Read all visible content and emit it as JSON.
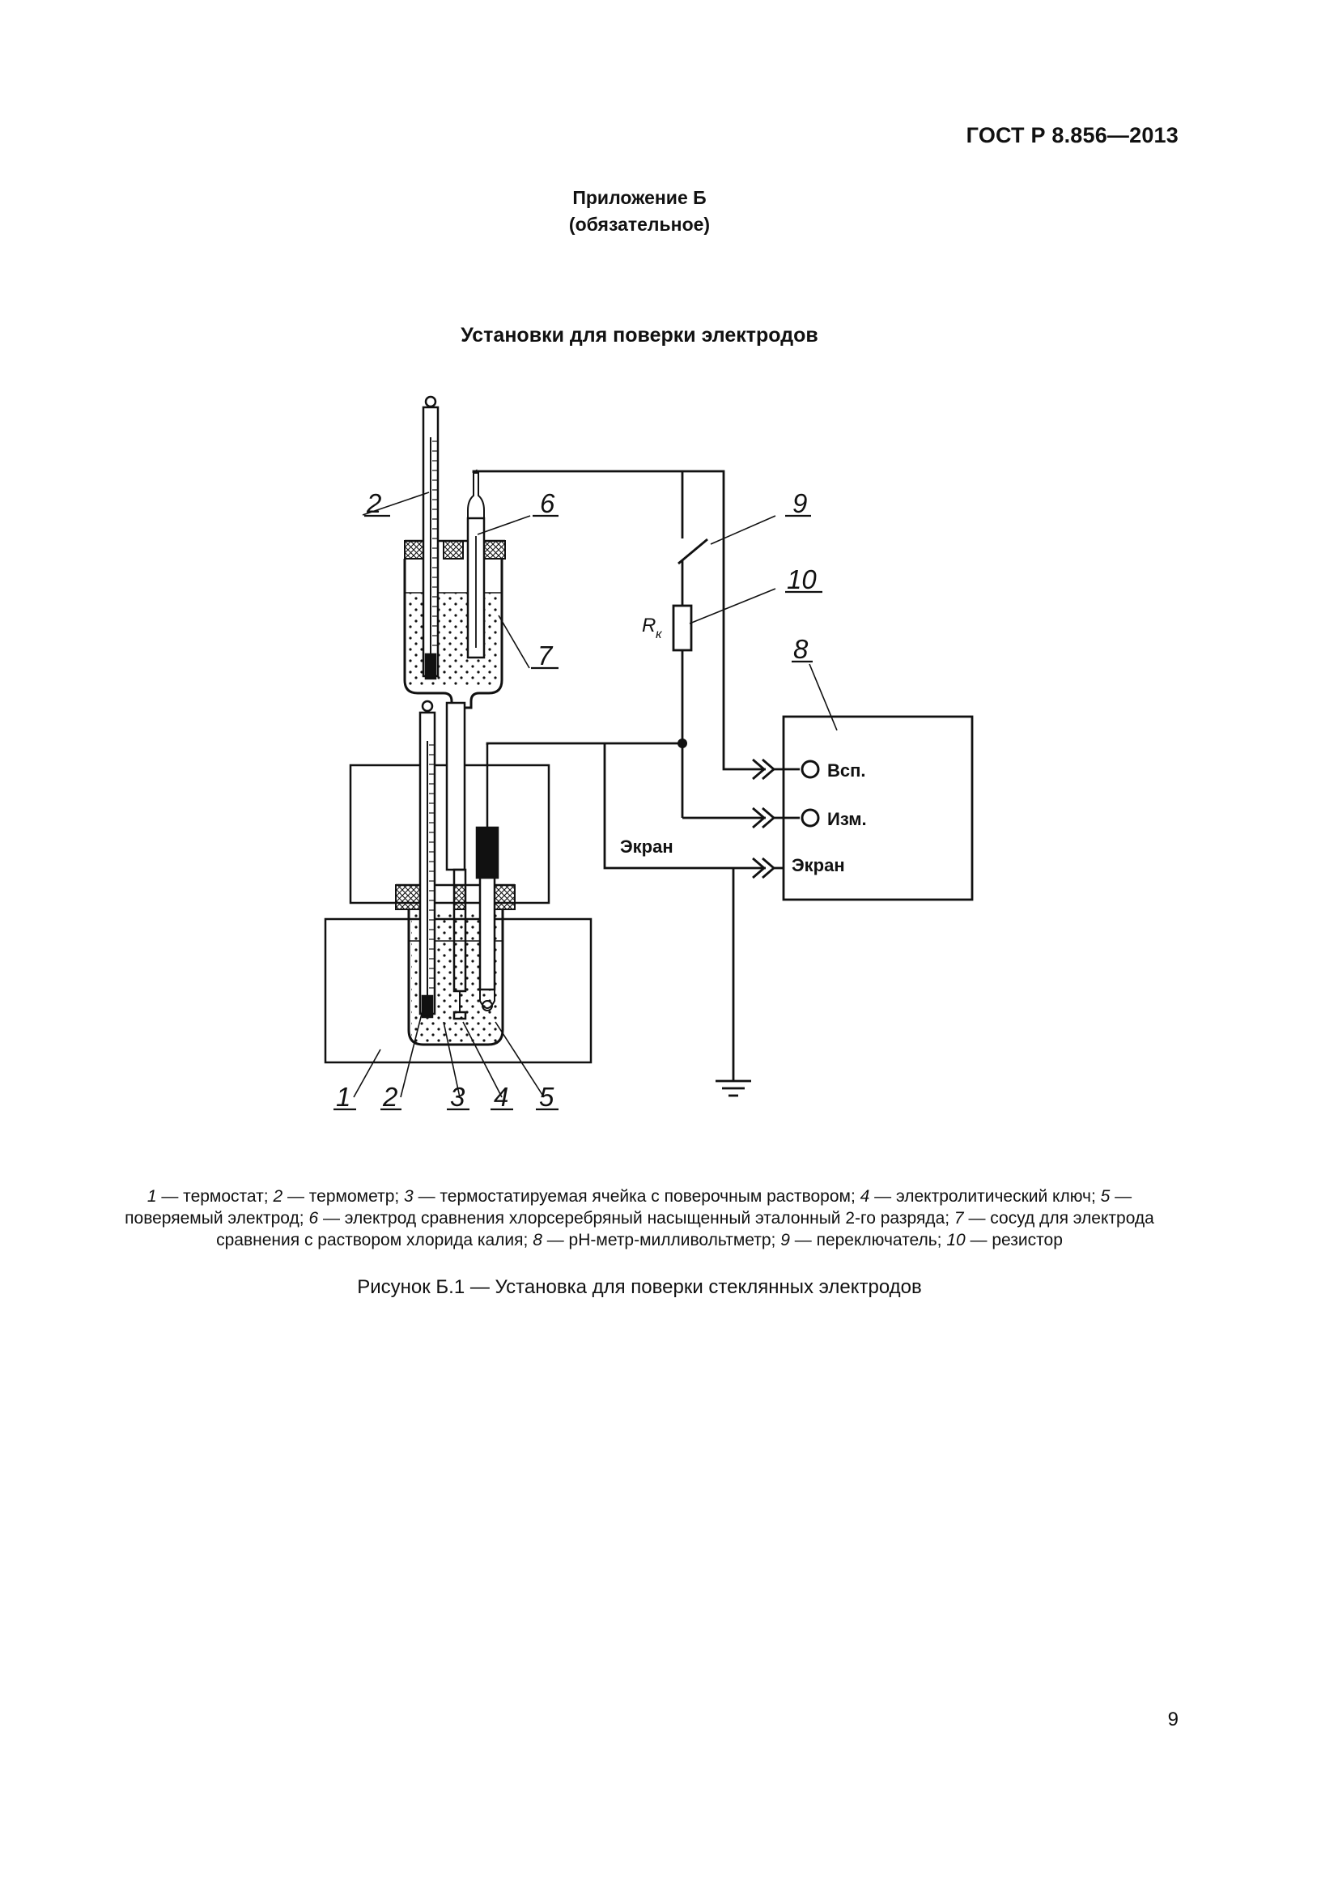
{
  "header": {
    "doc_code": "ГОСТ Р 8.856—2013"
  },
  "annex": {
    "title": "Приложение Б",
    "status": "(обязательное)"
  },
  "section": {
    "title": "Установки для поверки электродов"
  },
  "figure": {
    "callouts": {
      "n1": "1",
      "n2": "2",
      "n3": "3",
      "n4": "4",
      "n5": "5",
      "n6": "6",
      "n7": "7",
      "n8": "8",
      "n9": "9",
      "n10": "10"
    },
    "labels": {
      "resistor_r": "R",
      "resistor_sub": "к",
      "terminal_aux": "Всп.",
      "terminal_meas": "Изм.",
      "terminal_screen": "Экран",
      "wire_screen": "Экран"
    }
  },
  "legend": [
    {
      "num": "1",
      "text": " — термостат; "
    },
    {
      "num": "2",
      "text": " — термометр; "
    },
    {
      "num": "3",
      "text": " — термостатируемая ячейка с поверочным раствором; "
    },
    {
      "num": "4",
      "text": " — электролитический ключ; "
    },
    {
      "num": "5",
      "text": " — поверяемый электрод; "
    },
    {
      "num": "6",
      "text": " — электрод сравнения хлорсеребряный насыщенный эталонный 2-го разряда; "
    },
    {
      "num": "7",
      "text": " — сосуд для электрода сравнения с раствором хлорида калия; "
    },
    {
      "num": "8",
      "text": " — pH-метр-милливольтметр; "
    },
    {
      "num": "9",
      "text": " — переключатель; "
    },
    {
      "num": "10",
      "text": " — резистор"
    }
  ],
  "caption": "Рисунок Б.1 — Установка для поверки стеклянных электродов",
  "footer": {
    "page_number": "9"
  }
}
